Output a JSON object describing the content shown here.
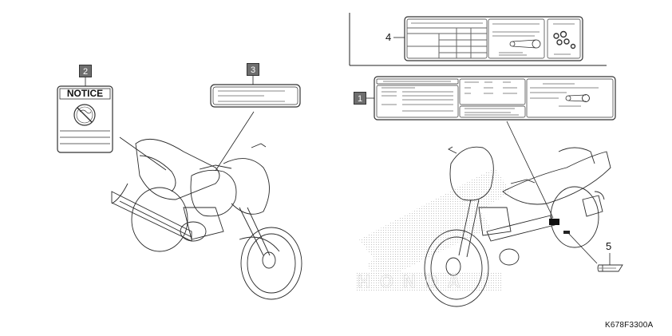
{
  "diagram": {
    "title": "Honda motorcycle caution labels parts diagram",
    "code": "K678F3300A",
    "callouts": [
      {
        "id": "1",
        "style": "boxed",
        "label": "1",
        "part": "label-1 (multi-panel chain/tire label)"
      },
      {
        "id": "2",
        "style": "boxed",
        "label": "2",
        "part": "notice label"
      },
      {
        "id": "3",
        "style": "boxed",
        "label": "3",
        "part": "label-3 (small rectangular label)"
      },
      {
        "id": "4",
        "style": "plain",
        "label": "4",
        "part": "drive chain label"
      },
      {
        "id": "5",
        "style": "plain",
        "label": "5",
        "part": "small tag/mark"
      }
    ],
    "notice_label": {
      "heading": "NOTICE"
    },
    "watermark": "HONDA",
    "colors": {
      "line": "#1a1a1a",
      "callout_fill": "#6e6e6e",
      "label_grey": "#888888",
      "watermark_dots": "#c8c8c8"
    }
  }
}
